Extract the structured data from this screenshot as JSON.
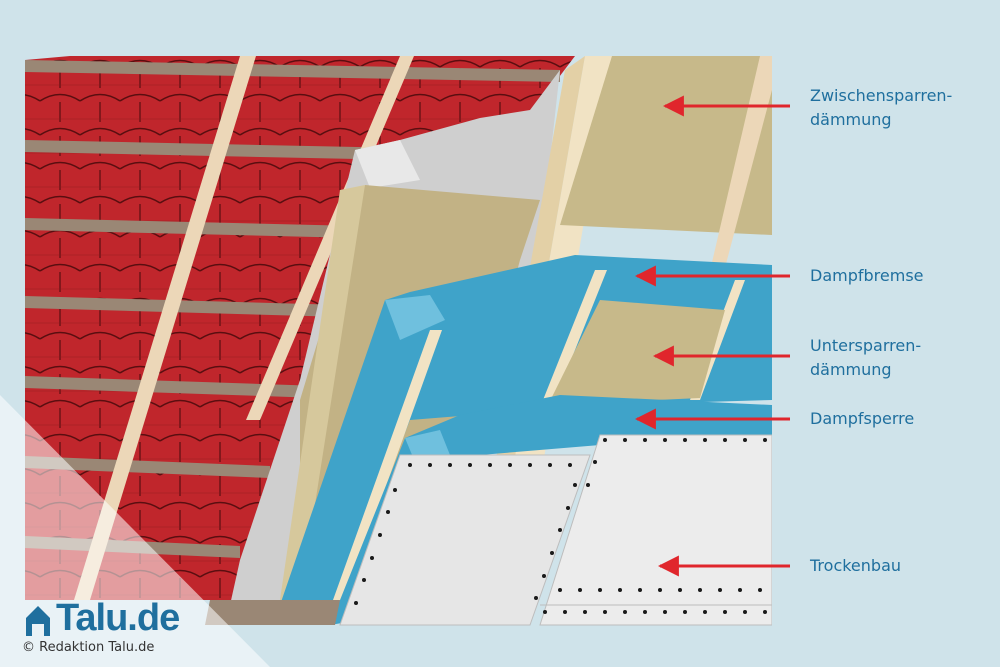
{
  "labels": {
    "zwischensparren_line1": "Zwischensparren-",
    "zwischensparren_line2": "dämmung",
    "dampfbremse": "Dampfbremse",
    "untersparren_line1": "Untersparren-",
    "untersparren_line2": "dämmung",
    "dampfsperre": "Dampfsperre",
    "trockenbau": "Trockenbau"
  },
  "brand": {
    "name": "Talu.de",
    "credit": "© Redaktion Talu.de",
    "icon": "house-logo-icon"
  },
  "colors": {
    "background": "#cfe3ea",
    "roof_tiles": "#c0262c",
    "insulation": "#c7b98a",
    "vapor_membrane": "#3fa3c9",
    "drywall": "#e6e6e6",
    "arrows": "#e0262c",
    "label_text": "#1f6f9e"
  }
}
